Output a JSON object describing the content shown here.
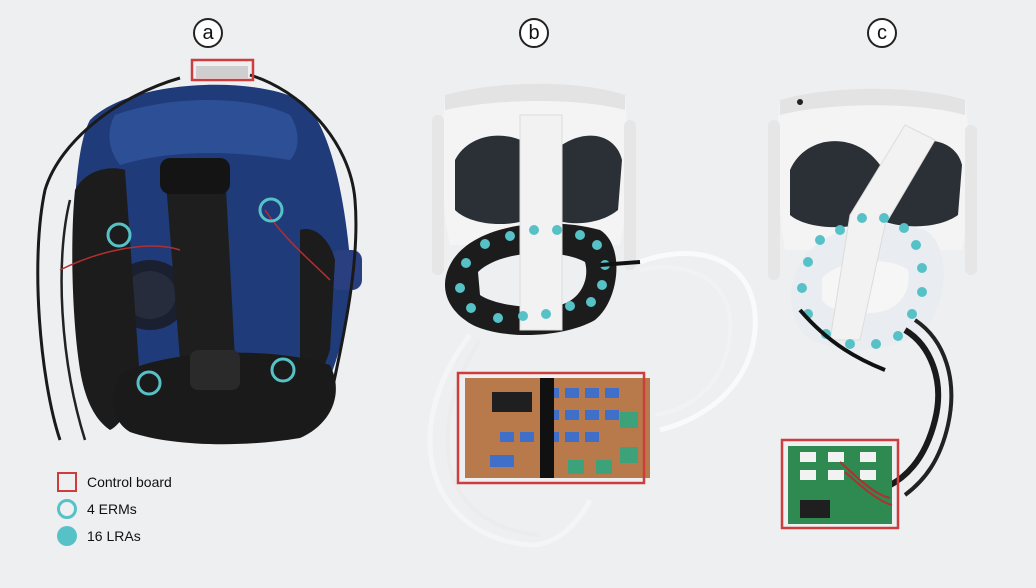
{
  "panels": {
    "a": "a",
    "b": "b",
    "c": "c"
  },
  "legend": {
    "control_board": "Control board",
    "erms": "4 ERMs",
    "lras": "16 LRAs"
  },
  "colors": {
    "background": "#eeeff1",
    "control_box": "#cc3d3d",
    "marker": "#56c1c6",
    "headset_blue": "#1f3b7a",
    "headset_white": "#f4f4f4",
    "pad_black": "#1c1c1c",
    "pcb_brown": "#b87a4a",
    "pcb_green": "#2f8a52"
  },
  "icons": [
    "square-outline-icon",
    "ring-icon",
    "filled-dot-icon"
  ]
}
